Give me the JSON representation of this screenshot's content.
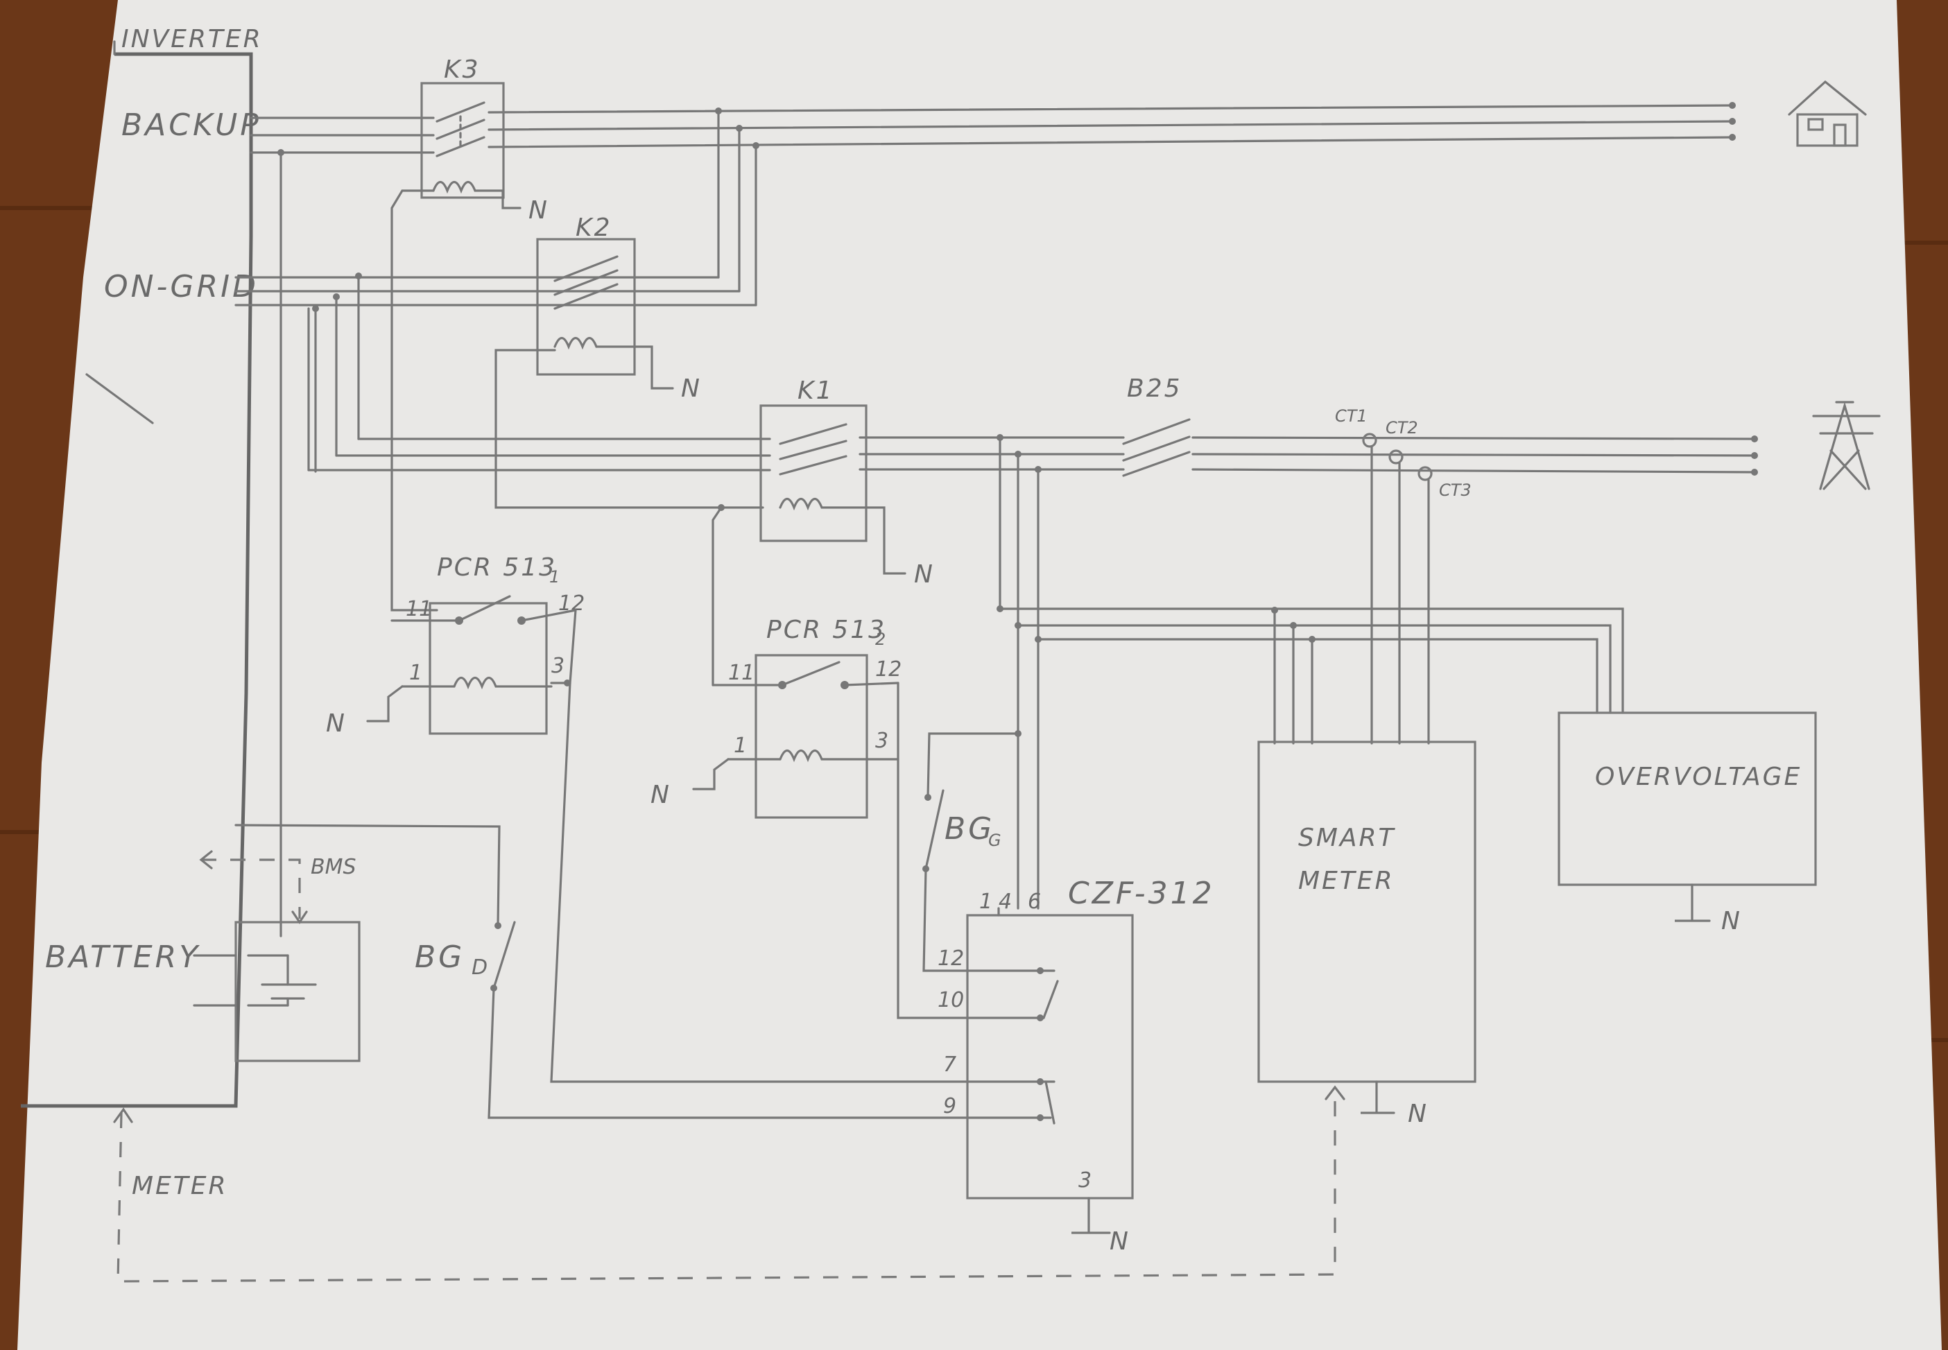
{
  "diagram": {
    "inverter": {
      "title": "INVERTER",
      "backup_label": "BACKUP",
      "on_grid_label": "ON-GRID",
      "battery_label": "BATTERY",
      "bms_label": "BMS",
      "meter_label": "METER"
    },
    "contactors": {
      "k3": "K3",
      "k2": "K2",
      "k1": "K1"
    },
    "breaker": "B25",
    "current_transformers": [
      "CT1",
      "CT2",
      "CT3"
    ],
    "relay1": {
      "name": "PCR 513",
      "sub": "1",
      "t11": "11",
      "t12": "12",
      "t1": "1",
      "t3": "3"
    },
    "relay2": {
      "name": "PCR 513",
      "sub": "2",
      "t11": "11",
      "t12": "12",
      "t1": "1",
      "t3": "3"
    },
    "switch_d": {
      "name": "BG",
      "sub": "D"
    },
    "switch_g": {
      "name": "BG",
      "sub": "G"
    },
    "czf": {
      "name": "CZF-312",
      "t1": "1",
      "t4": "4",
      "t6": "6",
      "t12": "12",
      "t10": "10",
      "t7": "7",
      "t9": "9",
      "t3": "3"
    },
    "smart_meter": {
      "line1": "SMART",
      "line2": "METER"
    },
    "overvoltage": "OVERVOLTAGE",
    "neutral": "N"
  }
}
